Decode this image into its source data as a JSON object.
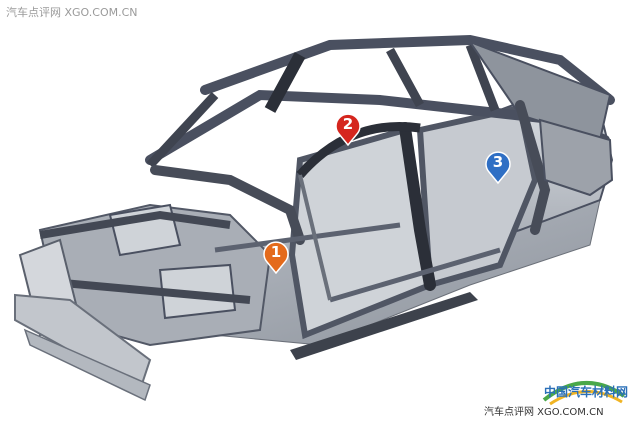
{
  "watermark_top": "汽车点评网 XGO.COM.CN",
  "watermark_bottom": "汽车点评网 XGO.COM.CN",
  "logo_text": "中国汽车材料网",
  "markers": [
    {
      "label": "1",
      "color": "#e46a1b"
    },
    {
      "label": "2",
      "color": "#d5261e"
    },
    {
      "label": "3",
      "color": "#2f6fc4"
    }
  ],
  "colors": {
    "frame": "#4a5060",
    "steel": "#c9cdd2",
    "pillar_dark": "#2b2f38"
  }
}
